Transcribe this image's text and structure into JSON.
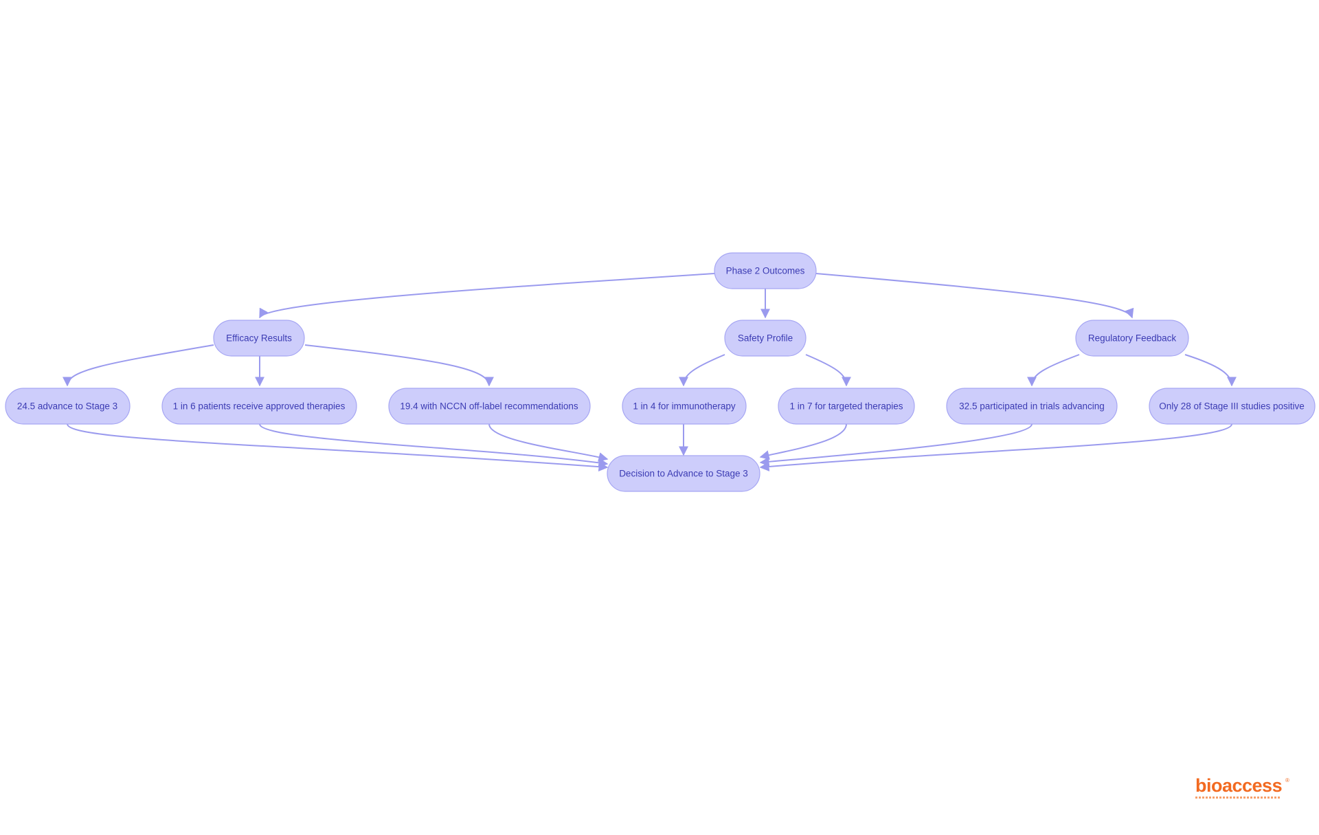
{
  "diagram": {
    "colors": {
      "node_fill": "#cdcdfb",
      "node_stroke": "#a6a6f3",
      "edge": "#9a9aee",
      "label": "#3b3bb3"
    },
    "nodes": {
      "phase2_outcomes": "Phase 2 Outcomes",
      "efficacy_results": "Efficacy Results",
      "safety_profile": "Safety Profile",
      "regulatory_feedback": "Regulatory Feedback",
      "advance_stage3": "24.5 advance to Stage 3",
      "approved_therapies": "1 in 6 patients receive approved therapies",
      "nccn_offlabel": "19.4 with NCCN off-label recommendations",
      "immunotherapy": "1 in 4 for immunotherapy",
      "targeted_therapies": "1 in 7 for targeted therapies",
      "trials_advancing": "32.5 participated in trials advancing",
      "stage3_positive": "Only 28 of Stage III studies positive",
      "decision_stage3": "Decision to Advance to Stage 3"
    },
    "edges": [
      [
        "phase2_outcomes",
        "efficacy_results"
      ],
      [
        "phase2_outcomes",
        "safety_profile"
      ],
      [
        "phase2_outcomes",
        "regulatory_feedback"
      ],
      [
        "efficacy_results",
        "advance_stage3"
      ],
      [
        "efficacy_results",
        "approved_therapies"
      ],
      [
        "efficacy_results",
        "nccn_offlabel"
      ],
      [
        "safety_profile",
        "immunotherapy"
      ],
      [
        "safety_profile",
        "targeted_therapies"
      ],
      [
        "regulatory_feedback",
        "trials_advancing"
      ],
      [
        "regulatory_feedback",
        "stage3_positive"
      ],
      [
        "advance_stage3",
        "decision_stage3"
      ],
      [
        "approved_therapies",
        "decision_stage3"
      ],
      [
        "nccn_offlabel",
        "decision_stage3"
      ],
      [
        "immunotherapy",
        "decision_stage3"
      ],
      [
        "targeted_therapies",
        "decision_stage3"
      ],
      [
        "trials_advancing",
        "decision_stage3"
      ],
      [
        "stage3_positive",
        "decision_stage3"
      ]
    ]
  },
  "logo": {
    "text": "bioaccess",
    "mark": "®"
  }
}
